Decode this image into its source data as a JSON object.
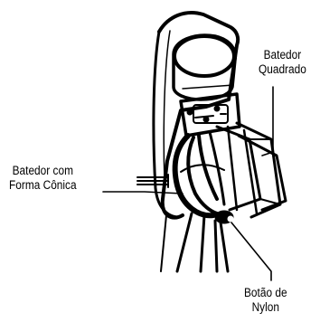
{
  "labels": {
    "square_beater": [
      "Batedor",
      "Quadrado"
    ],
    "cone_beater": [
      "Batedor com",
      "Forma Cônica"
    ],
    "nylon_button": [
      "Botão de",
      "Nylon"
    ]
  },
  "colors": {
    "ink": "#000000",
    "paper": "#ffffff"
  }
}
